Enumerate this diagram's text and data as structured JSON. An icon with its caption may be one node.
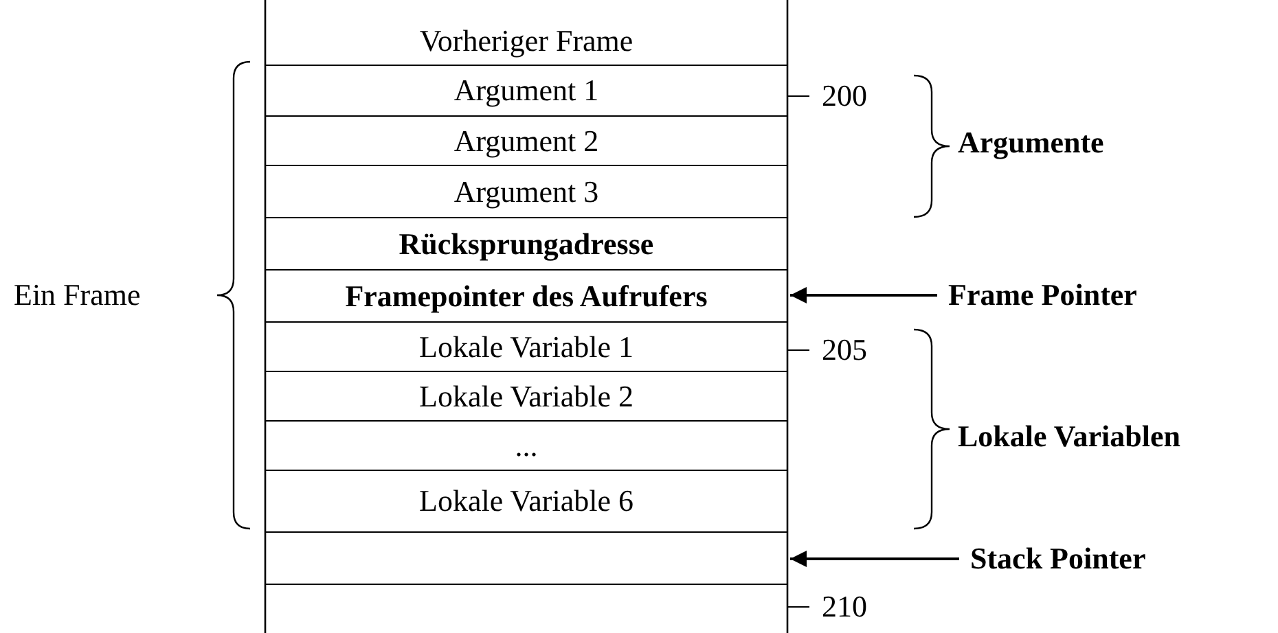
{
  "diagram": {
    "nodes": [
      {
        "text": [
          "Vorheriger Frame"
        ]
      },
      {
        "text": [
          "Argument 1"
        ]
      },
      {
        "text": [
          "Argument 2"
        ]
      },
      {
        "text": [
          "Argument 3"
        ]
      },
      {
        "text": [
          "Rücksprungadresse"
        ]
      },
      {
        "text": [
          "Framepointer des Aufrufers"
        ]
      },
      {
        "text": [
          "Lokale Variable 1"
        ]
      },
      {
        "text": [
          "Lokale Variable 2"
        ]
      },
      {
        "text": [
          "..."
        ]
      },
      {
        "text": [
          "Lokale Variable 6"
        ]
      },
      {
        "text": [],
        "shape": "box"
      },
      {
        "text": [],
        "shape": "box"
      },
      {
        "text": [
          "Frame Pointer"
        ]
      },
      {
        "text": [
          "Stack Pointer"
        ]
      }
    ],
    "edges": [
      {
        "from": 12,
        "to": 5,
        "arrow": "to"
      },
      {
        "from": 13,
        "to": 10,
        "arrow": "to"
      }
    ],
    "labels": [
      "Ein Frame",
      "200",
      "Argumente",
      "205",
      "Lokale Variablen",
      "210"
    ]
  }
}
